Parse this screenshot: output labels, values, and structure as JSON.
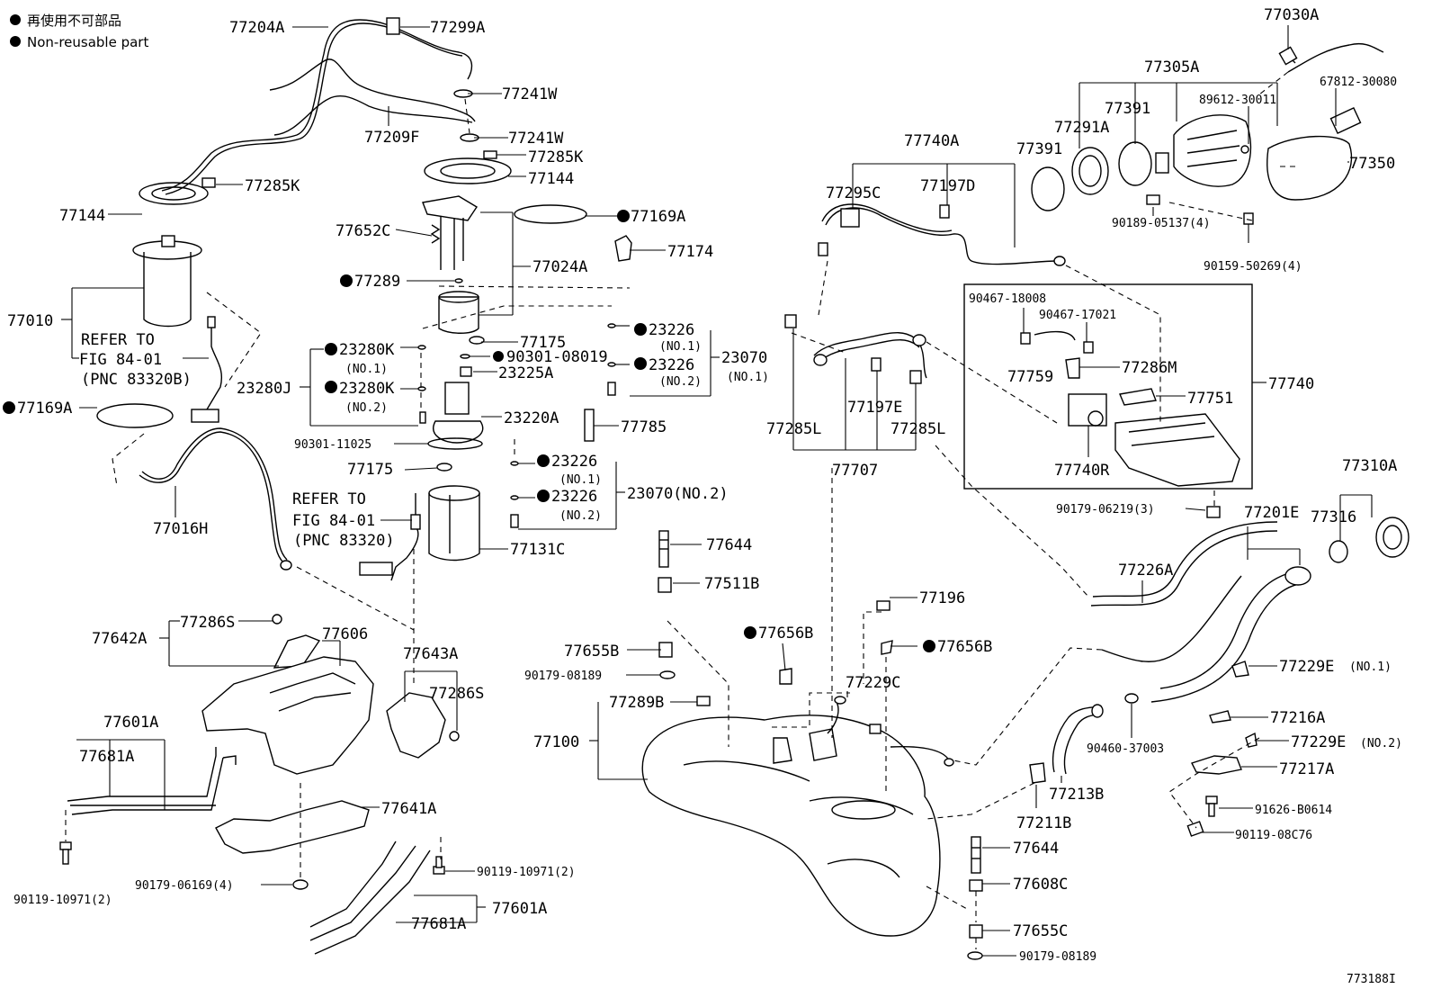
{
  "legend": {
    "jp_text": "再使用不可部品",
    "en_text": "Non-reusable part"
  },
  "diagram_id": "773188I",
  "labels": {
    "p77204A": "77204A",
    "p77299A": "77299A",
    "p77241W_1": "77241W",
    "p77241W_2": "77241W",
    "p77209F": "77209F",
    "p77285K_1": "77285K",
    "p77144_1": "77144",
    "p77144_2": "77144",
    "p77285K_2": "77285K",
    "p77169A_1": "77169A",
    "p77652C": "77652C",
    "p77024A": "77024A",
    "p77174": "77174",
    "p77289": "77289",
    "p77010": "77010",
    "refer1_a": "REFER TO",
    "refer1_b": "FIG 84-01",
    "refer1_c": "(PNC 83320B)",
    "p77175_1": "77175",
    "p90301_08019": "90301-08019",
    "p23226_1": "23226",
    "p23226_1_no": "(NO.1)",
    "p23070_1": "23070",
    "p23070_1_no": "(NO.1)",
    "p23226_2": "23226",
    "p23226_2_no": "(NO.2)",
    "p23280K_1": "23280K",
    "p23280K_1_no": "(NO.1)",
    "p23225A": "23225A",
    "p23280J": "23280J",
    "p23280K_2": "23280K",
    "p23280K_2_no": "(NO.2)",
    "p77169A_2": "77169A",
    "p23220A": "23220A",
    "p77785": "77785",
    "p90301_11025": "90301-11025",
    "p77175_2": "77175",
    "p23226_3": "23226",
    "p23226_3_no": "(NO.1)",
    "p23070_2": "23070(NO.2)",
    "p23226_4": "23226",
    "p23226_4_no": "(NO.2)",
    "p77016H": "77016H",
    "refer2_a": "REFER TO",
    "refer2_b": "FIG 84-01",
    "refer2_c": "(PNC 83320)",
    "p77131C": "77131C",
    "p77644_1": "77644",
    "p77511B": "77511B",
    "p77642A": "77642A",
    "p77286S_1": "77286S",
    "p77606": "77606",
    "p77643A": "77643A",
    "p77286S_2": "77286S",
    "p77655B": "77655B",
    "p90179_08189_1": "90179-08189",
    "p77656B_1": "77656B",
    "p77289B": "77289B",
    "p77100": "77100",
    "p77601A_1": "77601A",
    "p77681A_1": "77681A",
    "p77641A": "77641A",
    "p90179_06169": "90179-06169(4)",
    "p90119_10971_1": "90119-10971(2)",
    "p90119_10971_2": "90119-10971(2)",
    "p77601A_2": "77601A",
    "p77681A_2": "77681A",
    "p77030A": "77030A",
    "p77305A": "77305A",
    "p67812_30080": "67812-30080",
    "p89612_30011": "89612-30011",
    "p77391_1": "77391",
    "p77291A": "77291A",
    "p77391_2": "77391",
    "p77350": "77350",
    "p77740A": "77740A",
    "p77295C": "77295C",
    "p77197D": "77197D",
    "p90189_05137": "90189-05137(4)",
    "p90159_50269": "90159-50269(4)",
    "p90467_18008": "90467-18008",
    "p90467_17021": "90467-17021",
    "p77759": "77759",
    "p77286M": "77286M",
    "p77740": "77740",
    "p77751": "77751",
    "p77740R": "77740R",
    "p77285L_1": "77285L",
    "p77197E": "77197E",
    "p77285L_2": "77285L",
    "p77707": "77707",
    "p90179_06219": "90179-06219(3)",
    "p77310A": "77310A",
    "p77201E": "77201E",
    "p77316": "77316",
    "p77226A": "77226A",
    "p77196": "77196",
    "p77656B_2": "77656B",
    "p77229C": "77229C",
    "p77229E_1": "77229E",
    "p77229E_1_no": "(NO.1)",
    "p77216A": "77216A",
    "p77229E_2": "77229E",
    "p77229E_2_no": "(NO.2)",
    "p90460_37003": "90460-37003",
    "p77217A": "77217A",
    "p77213B": "77213B",
    "p91626_B0614": "91626-B0614",
    "p77211B": "77211B",
    "p90119_08C76": "90119-08C76",
    "p77644_2": "77644",
    "p77608C": "77608C",
    "p77655C": "77655C",
    "p90179_08189_2": "90179-08189"
  }
}
